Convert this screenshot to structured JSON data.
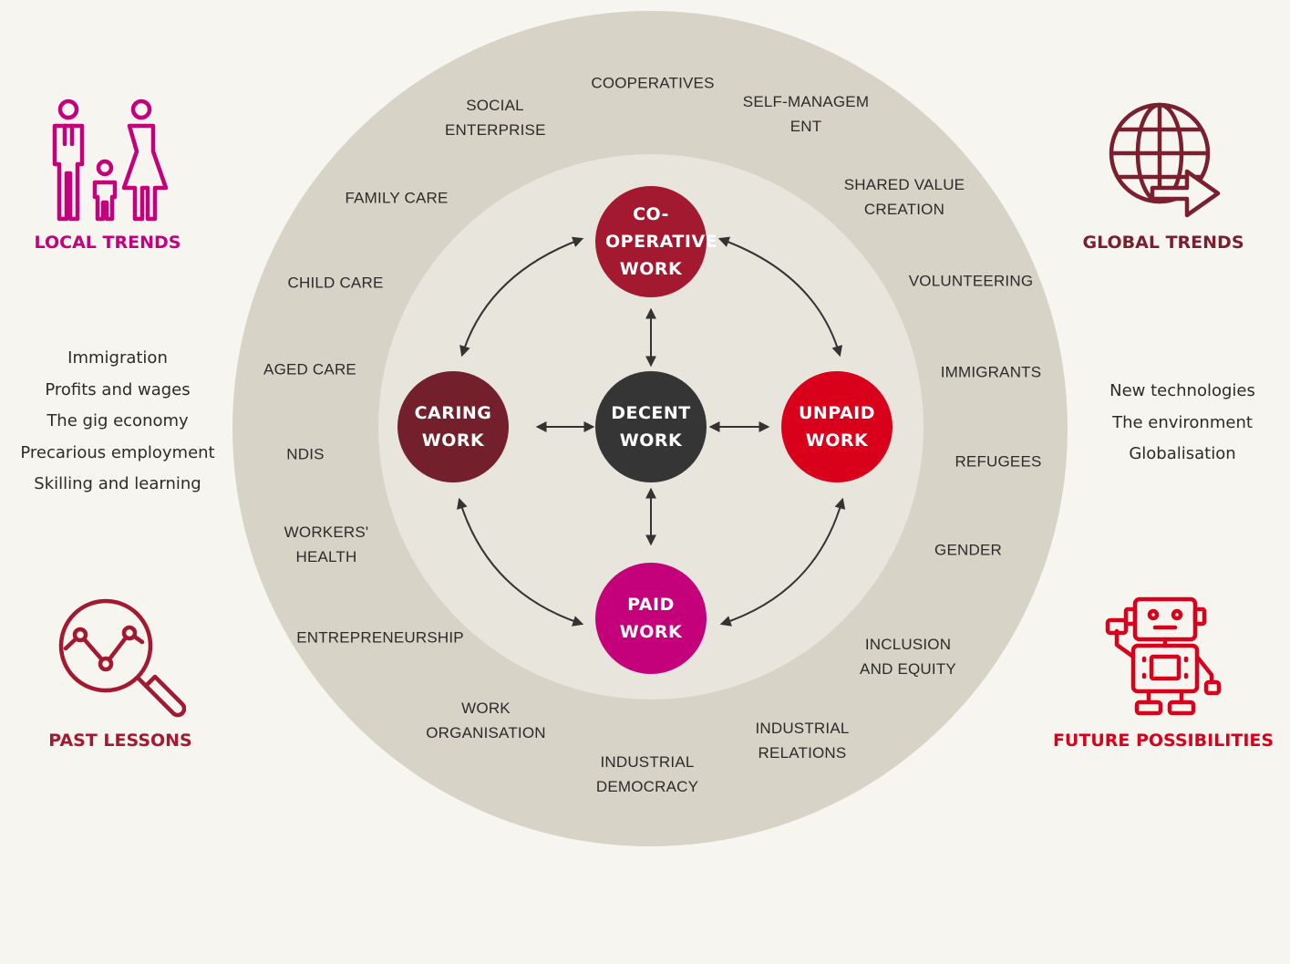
{
  "center": "DECENT WORK",
  "nodes": {
    "cooperative": "CO-OPERATIVE WORK",
    "caring": "CARING WORK",
    "unpaid": "UNPAID WORK",
    "paid": "PAID WORK"
  },
  "node_colors": {
    "cooperative": "#a3192f",
    "caring": "#73202c",
    "unpaid": "#d9001c",
    "paid": "#c4007a",
    "center": "#353535"
  },
  "topics": {
    "social_enterprise": "SOCIAL ENTERPRISE",
    "cooperatives": "COOPERATIVES",
    "self_management": "SELF-MANAGEMENT",
    "family_care": "FAMILY CARE",
    "shared_value_creation": "SHARED VALUE CREATION",
    "child_care": "CHILD CARE",
    "volunteering": "VOLUNTEERING",
    "aged_care": "AGED CARE",
    "immigrants": "IMMIGRANTS",
    "ndis": "NDIS",
    "refugees": "REFUGEES",
    "workers_health": "WORKERS' HEALTH",
    "gender": "GENDER",
    "entrepreneurship": "ENTREPRENEURSHIP",
    "inclusion_and_equity": "INCLUSION AND EQUITY",
    "work_organisation": "WORK ORGANISATION",
    "industrial_relations": "INDUSTRIAL RELATIONS",
    "industrial_democracy": "INDUSTRIAL DEMOCRACY"
  },
  "local_trends": {
    "title": "LOCAL TRENDS",
    "color": "#c4007a",
    "icon": "family-icon",
    "items": [
      "Immigration",
      "Profits and wages",
      "The gig economy",
      "Precarious employment",
      "Skilling and learning"
    ]
  },
  "global_trends": {
    "title": "GLOBAL TRENDS",
    "color": "#7a1f2f",
    "icon": "globe-arrow-icon",
    "items": [
      "New technologies",
      "The environment",
      "Globalisation"
    ]
  },
  "past_lessons": {
    "title": "PAST LESSONS",
    "color": "#a3192f",
    "icon": "magnifier-chart-icon"
  },
  "future_possibilities": {
    "title": "FUTURE POSSIBILITIES",
    "color": "#d9001c",
    "icon": "robot-icon"
  }
}
